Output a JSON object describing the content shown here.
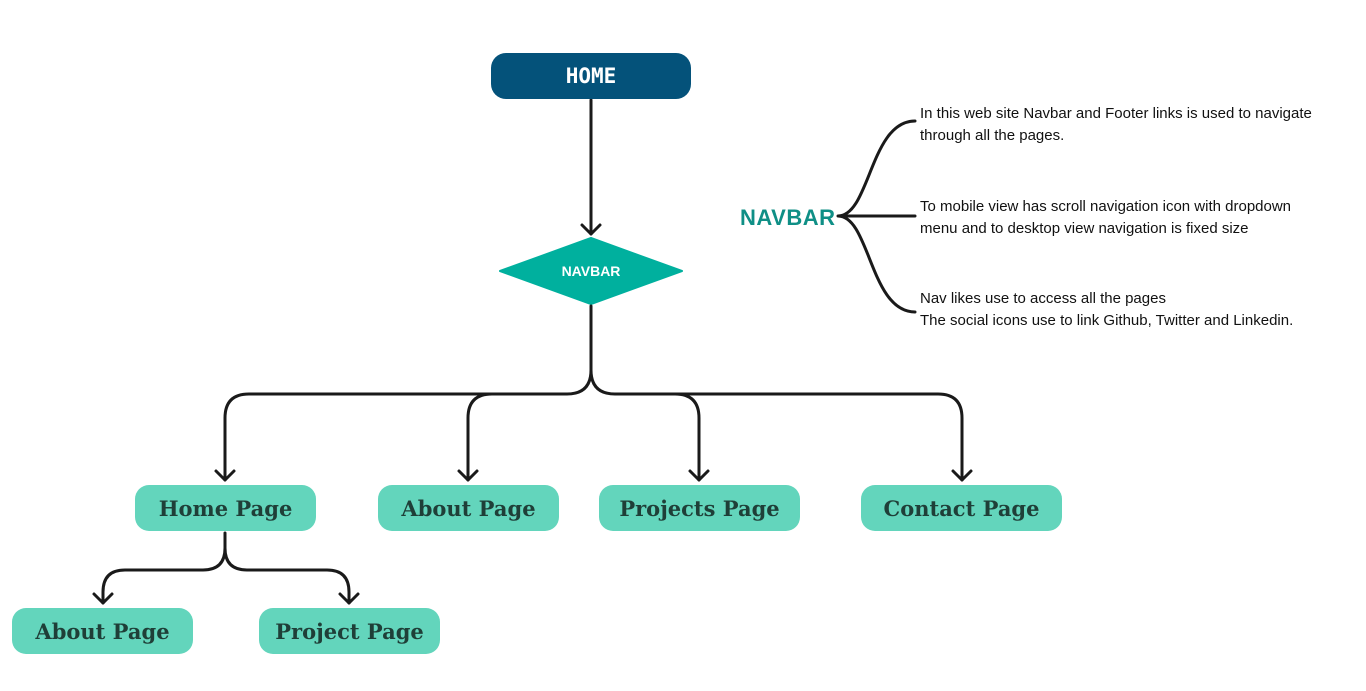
{
  "colors": {
    "home_fill": "#04527a",
    "navbar_diamond_fill": "#00b09e",
    "page_fill": "#63d5bc",
    "navbar_title_color": "#0f8f86",
    "line_color": "#1a1a1a"
  },
  "nodes": {
    "home": "HOME",
    "navbar": "NAVBAR",
    "home_page": "Home Page",
    "about_page": "About Page",
    "projects_page": "Projects Page",
    "contact_page": "Contact Page",
    "sub_about_page": "About Page",
    "sub_project_page": "Project Page"
  },
  "side_panel": {
    "title": "NAVBAR",
    "notes": [
      [
        "In this web site Navbar and Footer links is used to navigate",
        "through all the pages."
      ],
      [
        "To mobile view has scroll navigation icon with dropdown",
        "menu and to desktop view navigation is fixed size"
      ],
      [
        "Nav likes use to access all the pages",
        "The social icons use to link Github, Twitter and Linkedin."
      ]
    ]
  }
}
